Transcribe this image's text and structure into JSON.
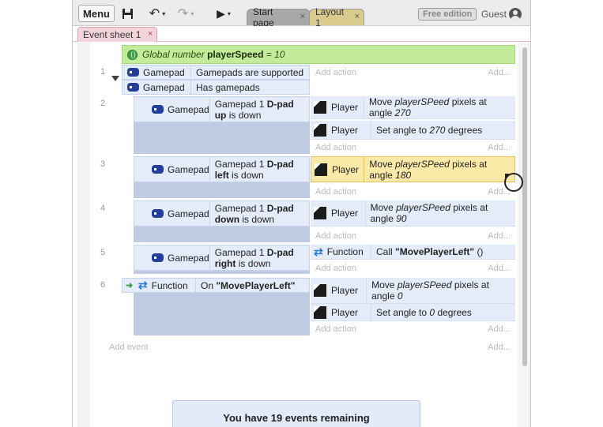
{
  "toolbar": {
    "menu_label": "Menu",
    "save_icon": "save-icon",
    "undo_icon": "↶",
    "redo_icon": "↷",
    "play_icon": "▶",
    "caret": "▾",
    "tabs": [
      {
        "label": "Start page",
        "close": "×"
      },
      {
        "label": "Layout 1",
        "close": "×"
      }
    ],
    "edition_badge": "Free edition",
    "user_label": "Guest"
  },
  "sheet_tab": {
    "label": "Event sheet 1",
    "close": "×"
  },
  "global_var": {
    "prefix": "Global number",
    "name": "playerSpeed",
    "suffix": "= 10"
  },
  "events": [
    {
      "number": "1",
      "conditions": [
        {
          "object": "Gamepad",
          "text": "Gamepads are supported"
        },
        {
          "object": "Gamepad",
          "text": "Has gamepads"
        }
      ],
      "add_action": "Add action",
      "add_more": "Add..."
    },
    {
      "number": "2",
      "condition": {
        "object": "Gamepad",
        "text_pre": "Gamepad 1",
        "text_bold": "D-pad up",
        "text_post": "is down"
      },
      "actions": [
        {
          "object": "Player",
          "text_pre": "Move",
          "text_it": "playerSPeed",
          "text_mid": "pixels at angle",
          "text_val": "270"
        },
        {
          "object": "Player",
          "text_pre": "Set angle to",
          "text_val": "270",
          "text_post": "degrees"
        }
      ],
      "add_action": "Add action",
      "add_more": "Add..."
    },
    {
      "number": "3",
      "condition": {
        "object": "Gamepad",
        "text_pre": "Gamepad 1",
        "text_bold": "D-pad left",
        "text_post": "is down"
      },
      "actions": [
        {
          "object": "Player",
          "text_pre": "Move",
          "text_it": "playerSPeed",
          "text_mid": "pixels at angle",
          "text_val": "180"
        }
      ],
      "add_action": "Add action",
      "add_more": "Add..."
    },
    {
      "number": "4",
      "condition": {
        "object": "Gamepad",
        "text_pre": "Gamepad 1",
        "text_bold": "D-pad down",
        "text_post": "is down"
      },
      "actions": [
        {
          "object": "Player",
          "text_pre": "Move",
          "text_it": "playerSPeed",
          "text_mid": "pixels at angle",
          "text_val": "90"
        }
      ],
      "add_action": "Add action",
      "add_more": "Add..."
    },
    {
      "number": "5",
      "condition": {
        "object": "Gamepad",
        "text_pre": "Gamepad 1",
        "text_bold": "D-pad right",
        "text_post": "is down"
      },
      "actions": [
        {
          "object": "Function",
          "text_pre": "Call",
          "text_bold": "\"MovePlayerLeft\"",
          "text_post": "()"
        }
      ],
      "add_action": "Add action",
      "add_more": "Add..."
    },
    {
      "number": "6",
      "condition": {
        "object": "Function",
        "text_pre": "On",
        "text_bold": "\"MovePlayerLeft\""
      },
      "actions": [
        {
          "object": "Player",
          "text_pre": "Move",
          "text_it": "playerSPeed",
          "text_mid": "pixels at angle",
          "text_val": "0"
        },
        {
          "object": "Player",
          "text_pre": "Set angle to",
          "text_val": "0",
          "text_post": "degrees"
        }
      ],
      "add_action": "Add action",
      "add_more": "Add..."
    }
  ],
  "add_event": {
    "label": "Add event",
    "more": "Add..."
  },
  "remaining": "You have 19 events remaining"
}
